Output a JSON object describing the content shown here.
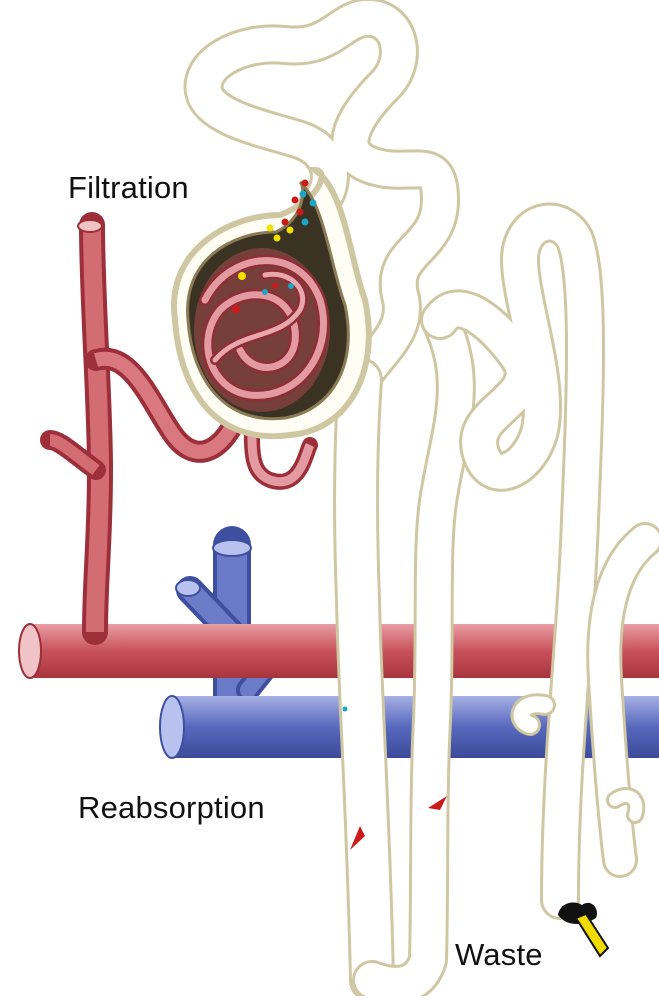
{
  "labels": {
    "filtration": "Filtration",
    "reabsorption": "Reabsorption",
    "waste": "Waste"
  },
  "colors": {
    "artery": "#c8525b",
    "artery_light": "#e6a0a5",
    "vein": "#5566b8",
    "vein_light": "#a3aee0",
    "tubule_outline": "#cdc6a3",
    "tubule_fill": "#ffffff",
    "capsule_dark": "#3a3222",
    "waste_yellow": "#f0dc00"
  },
  "particles": [
    {
      "name": "red-particle",
      "color": "#cc1a1a"
    },
    {
      "name": "yellow-particle",
      "color": "#f2e000"
    },
    {
      "name": "cyan-particle",
      "color": "#1aa6c4"
    }
  ]
}
